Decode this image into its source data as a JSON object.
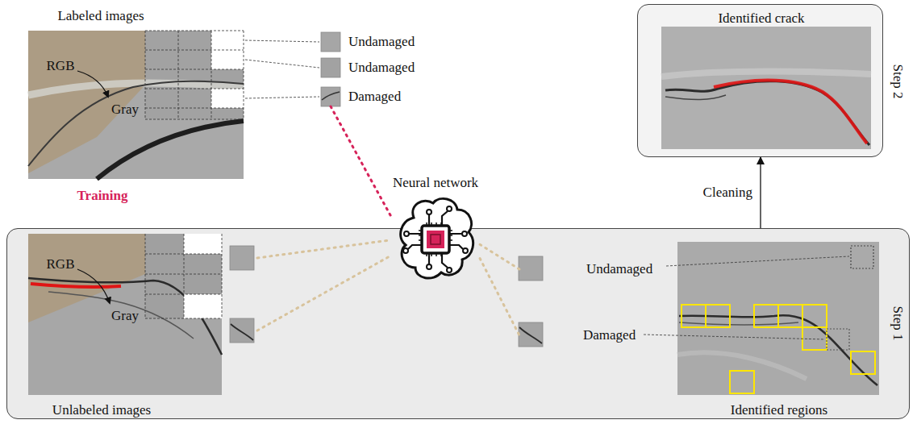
{
  "diagram": {
    "nodes": [
      {
        "text": [
          "Labeled images"
        ]
      },
      {
        "text": [
          "Undamaged"
        ]
      },
      {
        "text": [
          "Undamaged"
        ]
      },
      {
        "text": [
          "Damaged"
        ]
      },
      {
        "text": [
          "Identified crack",
          "Step 2"
        ]
      },
      {
        "text": [
          "Neural network"
        ]
      },
      {
        "text": [
          "Step 1"
        ]
      },
      {
        "text": [
          "Unlabeled images"
        ],
        "in": 6
      },
      {
        "text": [
          "Undamaged"
        ],
        "in": 6
      },
      {
        "text": [
          "Damaged"
        ],
        "in": 6
      },
      {
        "text": [
          "Identified regions"
        ],
        "in": 6
      }
    ],
    "edges": [
      {
        "from": 3,
        "to": 5,
        "arrow": "none"
      },
      {
        "from": 5,
        "to": 8,
        "arrow": "none"
      },
      {
        "from": 5,
        "to": 9,
        "arrow": "none"
      },
      {
        "from": 6,
        "to": 4,
        "arrow": "to",
        "label": "Cleaning"
      }
    ],
    "labels": [
      "RGB",
      "Gray",
      "Training",
      "RGB",
      "Gray"
    ]
  }
}
